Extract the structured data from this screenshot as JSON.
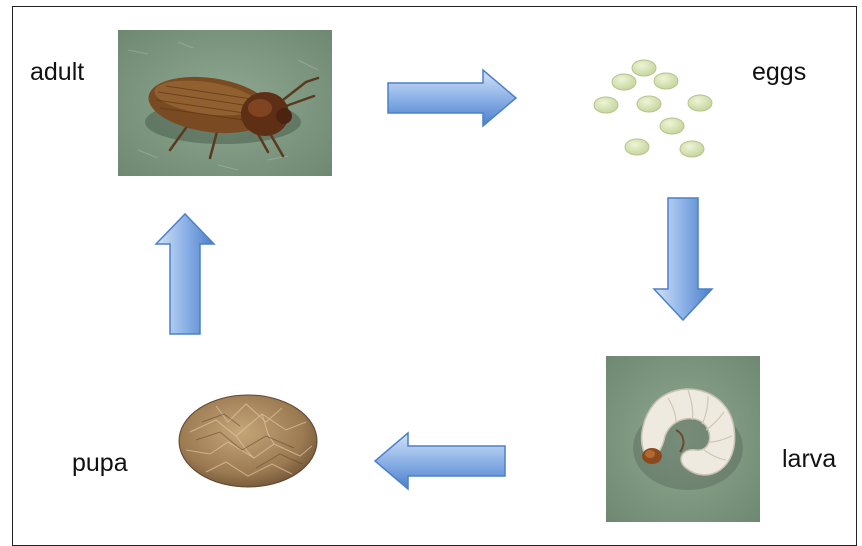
{
  "stages": {
    "adult": "adult",
    "eggs": "eggs",
    "larva": "larva",
    "pupa": "pupa"
  },
  "colors": {
    "arrow_light": "#c9dcf3",
    "arrow_dark": "#5b8fd6",
    "egg_fill": "#d7e3b1",
    "background_felt": "#7f9a82"
  },
  "icons": {
    "adult": "beetle-photo",
    "eggs": "eggs-cluster",
    "larva": "grub-photo",
    "pupa": "pupa-cocoon"
  }
}
